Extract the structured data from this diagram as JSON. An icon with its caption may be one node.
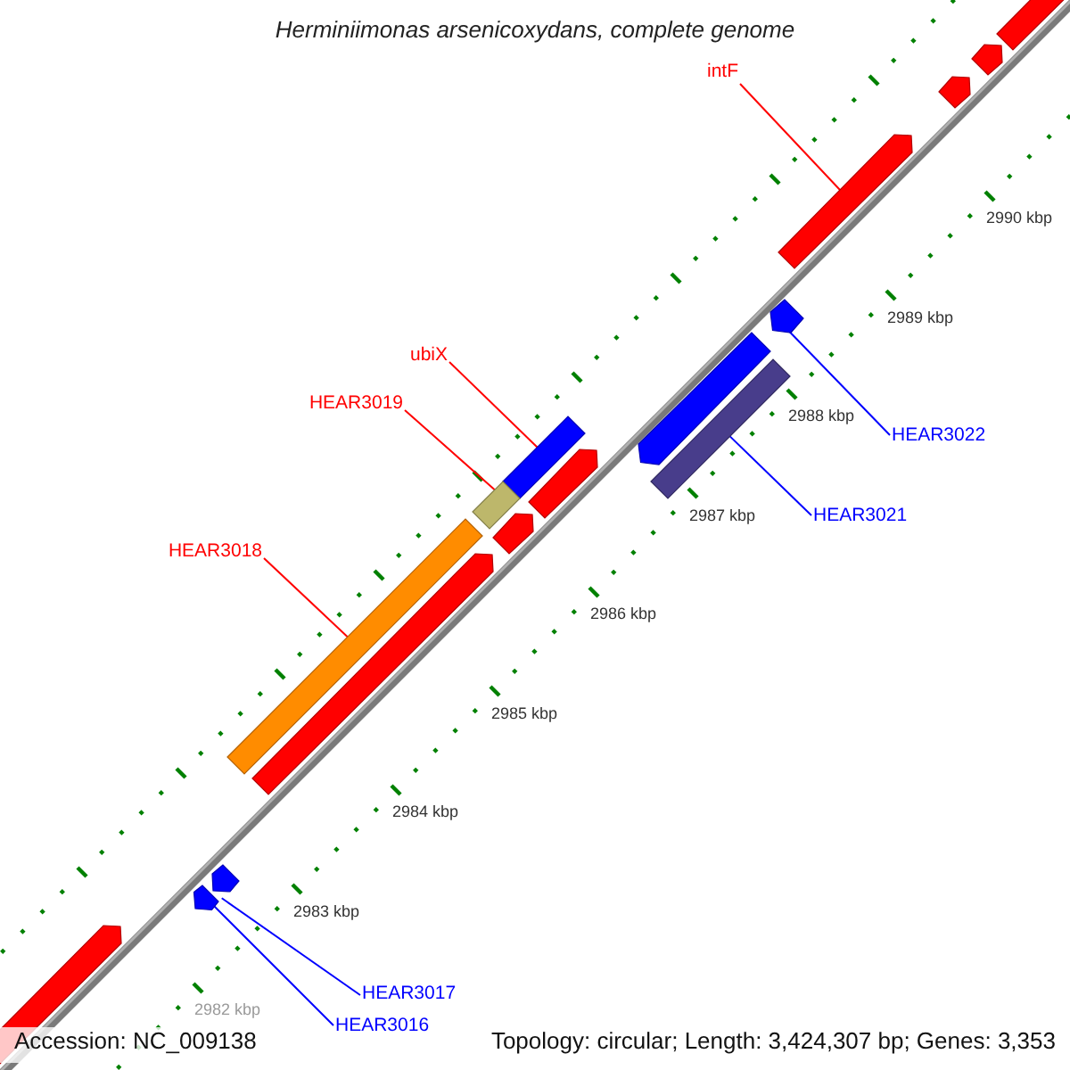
{
  "diagram": {
    "title": "Herminiimonas arsenicoxydans, complete genome",
    "nodes": [
      {
        "text": [
          "intF"
        ]
      },
      {
        "text": [
          "ubiX"
        ]
      },
      {
        "text": [
          "HEAR3019"
        ]
      },
      {
        "text": [
          "HEAR3018"
        ]
      },
      {
        "text": [
          "HEAR3022"
        ]
      },
      {
        "text": [
          "HEAR3021"
        ]
      },
      {
        "text": [
          "HEAR3017"
        ]
      },
      {
        "text": [
          "HEAR3016"
        ]
      },
      {
        "text": [],
        "shape": "arrow"
      },
      {
        "text": [],
        "shape": "bar"
      },
      {
        "text": [],
        "shape": "bar"
      },
      {
        "text": [],
        "shape": "bar"
      },
      {
        "text": [],
        "shape": "arrow"
      },
      {
        "text": [],
        "shape": "bar"
      },
      {
        "text": [],
        "shape": "arrow"
      },
      {
        "text": [],
        "shape": "arrow"
      },
      {
        "text": [],
        "shape": "arrow"
      },
      {
        "text": [],
        "shape": "arrow"
      },
      {
        "text": [],
        "shape": "arrow"
      },
      {
        "text": [],
        "shape": "arrow"
      },
      {
        "text": [],
        "shape": "arrow"
      },
      {
        "text": [],
        "shape": "arrow"
      },
      {
        "text": [],
        "shape": "arrow"
      },
      {
        "text": [],
        "shape": "arrow"
      }
    ],
    "edges": [
      {
        "from": 0,
        "to": 8,
        "arrow": "none",
        "color": "#ff0000"
      },
      {
        "from": 1,
        "to": 9,
        "arrow": "none",
        "color": "#ff0000"
      },
      {
        "from": 2,
        "to": 10,
        "arrow": "none",
        "color": "#ff0000"
      },
      {
        "from": 3,
        "to": 11,
        "arrow": "none",
        "color": "#ff0000"
      },
      {
        "from": 4,
        "to": 12,
        "arrow": "none",
        "color": "#0000ff"
      },
      {
        "from": 5,
        "to": 13,
        "arrow": "none",
        "color": "#0000ff"
      },
      {
        "from": 6,
        "to": 14,
        "arrow": "none",
        "color": "#0000ff"
      },
      {
        "from": 7,
        "to": 15,
        "arrow": "none",
        "color": "#0000ff"
      }
    ],
    "labels": [
      "2990 kbp",
      "2989 kbp",
      "2988 kbp",
      "2987 kbp",
      "2986 kbp",
      "2985 kbp",
      "2984 kbp",
      "2983 kbp",
      "2982 kbp",
      "Accession: NC_009138",
      "Topology: circular; Length: 3,424,307 bp; Genes: 3,353"
    ]
  }
}
